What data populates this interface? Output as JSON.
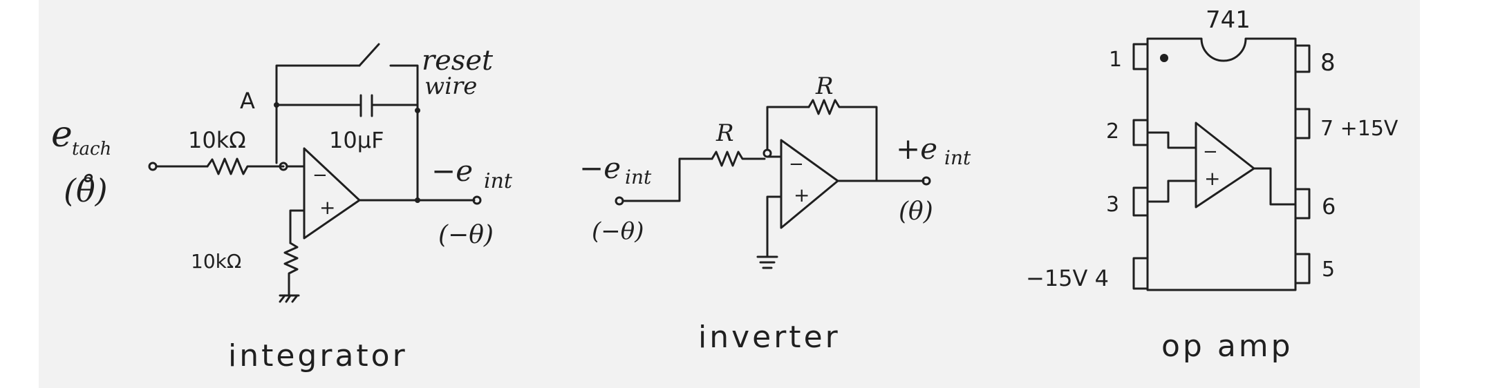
{
  "integrator": {
    "input_signal": "e",
    "input_signal_sub": "tach",
    "input_signal_alt": "(θ̊)",
    "resistor_in": "10kΩ",
    "node_label": "A",
    "switch_label_1": "reset",
    "switch_label_2": "wire",
    "capacitor": "10μF",
    "resistor_ground": "10kΩ",
    "output_signal": "−e",
    "output_signal_sub": "int",
    "output_alt": "(−θ)",
    "caption": "integrator"
  },
  "inverter": {
    "input_signal": "−e",
    "input_signal_sub": "int",
    "input_alt": "(−θ)",
    "resistor_in": "R",
    "resistor_feedback": "R",
    "output_signal": "+e",
    "output_signal_sub": "int",
    "output_alt": "(θ)",
    "caption": "inverter"
  },
  "opamp": {
    "chip_label": "741",
    "pin_1": "1",
    "pin_2": "2",
    "pin_3": "3",
    "pin_4": "−15V 4",
    "pin_5": "5",
    "pin_6": "6",
    "pin_7": "7 +15V",
    "pin_8": "8",
    "caption": "op amp"
  },
  "opamp_symbol": {
    "minus": "−",
    "plus": "+"
  },
  "colors": {
    "ink": "#1f1f1f",
    "paper": "#f2f2f2"
  }
}
